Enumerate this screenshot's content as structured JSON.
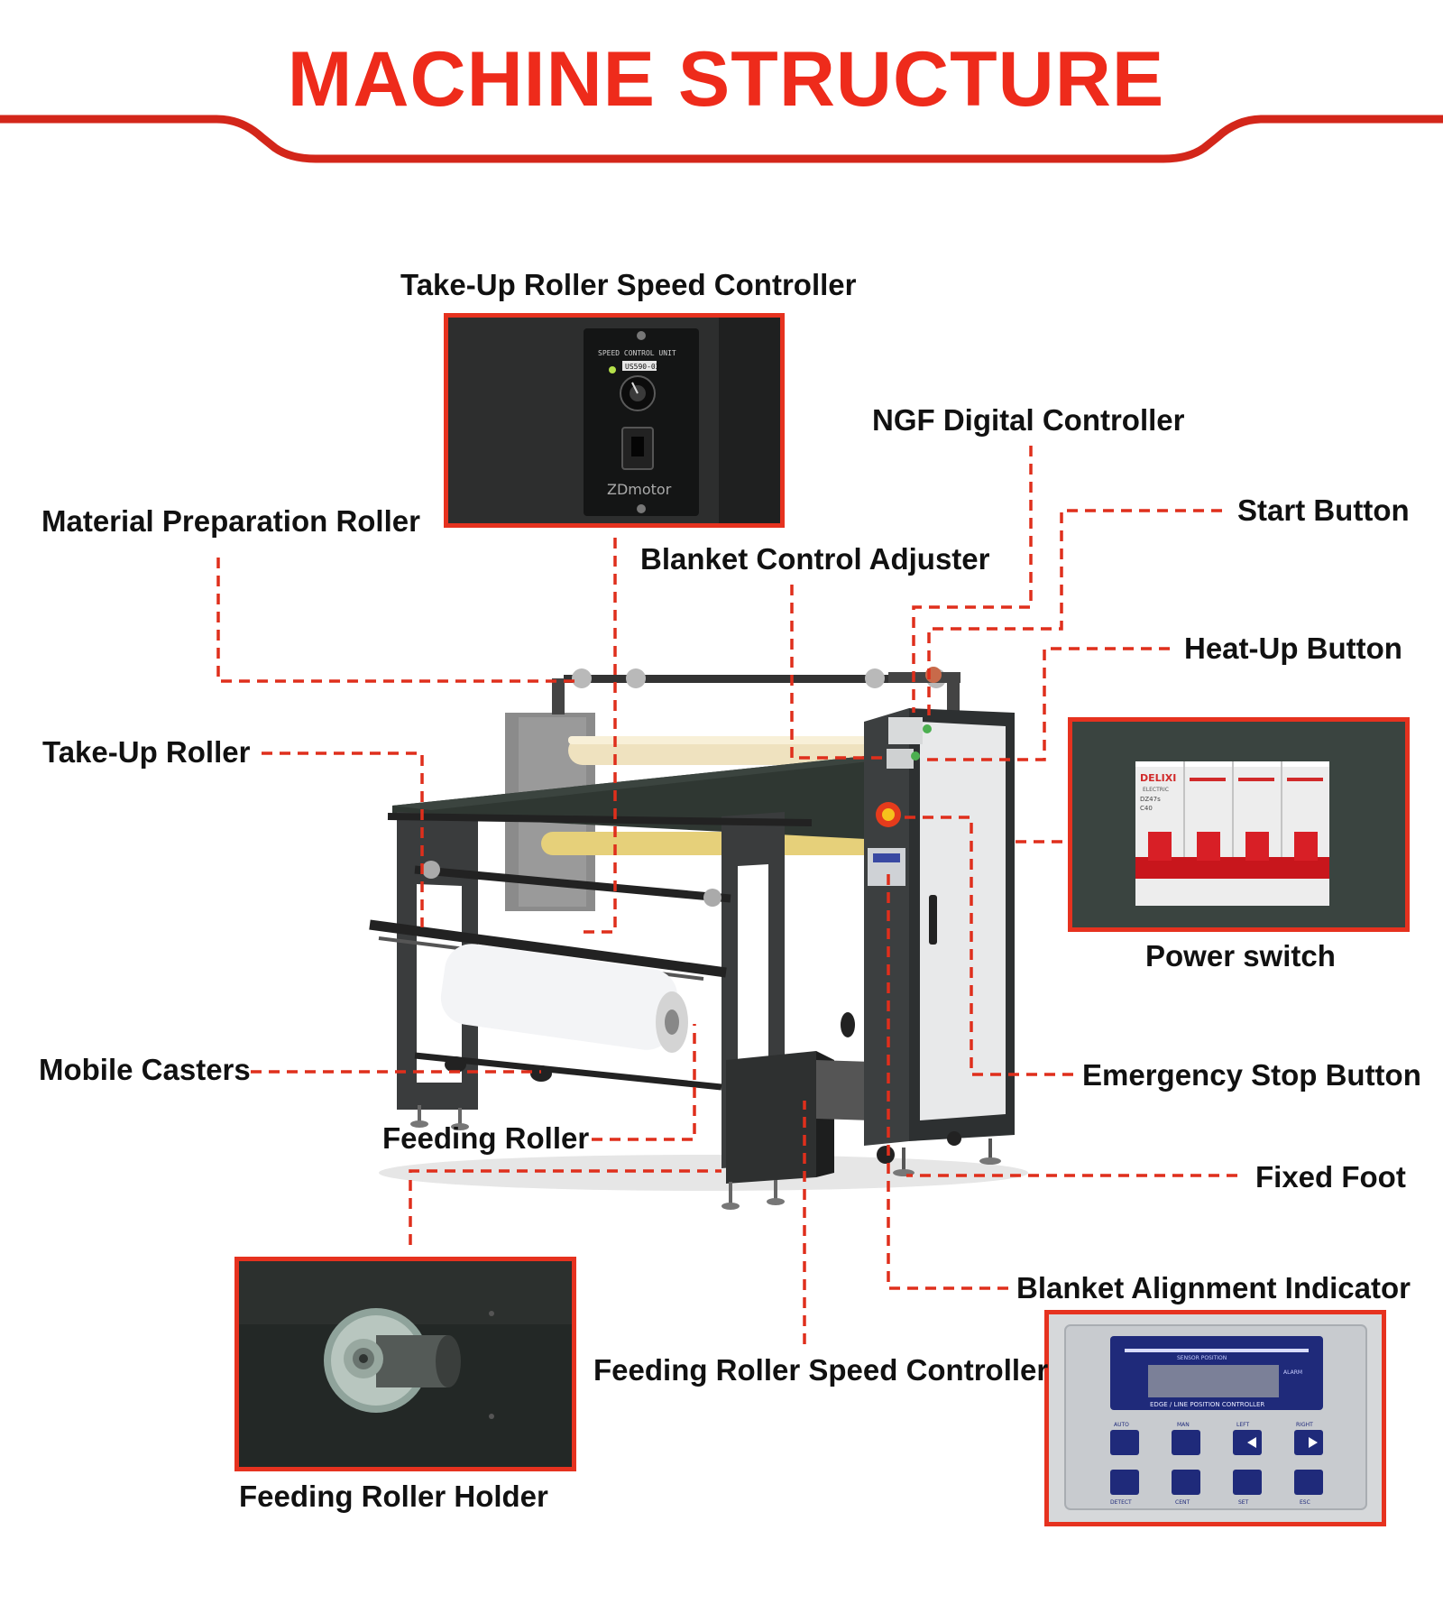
{
  "title": "MACHINE STRUCTURE",
  "accent_color": "#e6321f",
  "labels": {
    "take_up_speed": "Take-Up Roller Speed Controller",
    "ngf_controller": "NGF Digital Controller",
    "material_prep": "Material Preparation Roller",
    "start_button": "Start Button",
    "blanket_control": "Blanket Control Adjuster",
    "heat_up": "Heat-Up Button",
    "take_up_roller": "Take-Up Roller",
    "power_switch": "Power switch",
    "mobile_casters": "Mobile Casters",
    "emergency_stop": "Emergency Stop Button",
    "feeding_roller": "Feeding Roller",
    "fixed_foot": "Fixed Foot",
    "blanket_alignment": "Blanket Alignment Indicator",
    "feeding_speed": "Feeding Roller Speed Controller",
    "feeding_holder": "Feeding Roller Holder"
  },
  "insets": {
    "speed_unit_text": "SPEED CONTROL UNIT",
    "speed_unit_model": "US590-02",
    "speed_unit_brand": "ZDmotor",
    "breaker_brand": "DELIXI",
    "breaker_sub": "ELECTRIC",
    "breaker_model": "DZ47s",
    "breaker_rating": "C40",
    "controller_top": "SENSOR POSITION",
    "controller_alarm": "ALARM",
    "controller_name": "EDGE / LINE POSITION CONTROLLER",
    "controller_keys_top": [
      "AUTO",
      "MAN",
      "LEFT",
      "RIGHT"
    ],
    "controller_keys_bottom": [
      "DETECT",
      "CENT",
      "SET",
      "ESC"
    ]
  }
}
